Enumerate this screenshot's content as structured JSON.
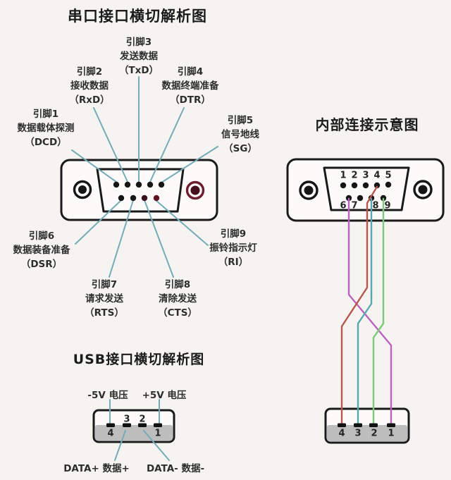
{
  "colors": {
    "background": "#f5f4f1",
    "ink": "#1a1a1a",
    "leader_line": "#74abb7",
    "wire_magenta": "#bb62c0",
    "wire_red": "#b8564d",
    "wire_teal": "#58a8b0",
    "wire_green": "#7fc87c",
    "screw_red_ring": "#6e1d2c",
    "screw_red_core": "#45101c",
    "pin_maroon": "#5f1320",
    "pin_dark_maroon": "#3a0f18",
    "usb_gray": "#bdbdbd"
  },
  "serial": {
    "title": "串口接口横切解析图",
    "pins": [
      {
        "l1": "引脚1",
        "l2": "数据载体探测",
        "l3": "（DCD）"
      },
      {
        "l1": "引脚2",
        "l2": "接收数据",
        "l3": "（RxD）"
      },
      {
        "l1": "引脚3",
        "l2": "发送数据",
        "l3": "（TxD）"
      },
      {
        "l1": "引脚4",
        "l2": "数据终端准备",
        "l3": "（DTR）"
      },
      {
        "l1": "引脚5",
        "l2": "信号地线",
        "l3": "（SG）"
      },
      {
        "l1": "引脚6",
        "l2": "数据装备准备",
        "l3": "（DSR）"
      },
      {
        "l1": "引脚7",
        "l2": "请求发送",
        "l3": "（RTS）"
      },
      {
        "l1": "引脚8",
        "l2": "清除发送",
        "l3": "（CTS）"
      },
      {
        "l1": "引脚9",
        "l2": "振铃指示灯",
        "l3": "（RI）"
      }
    ]
  },
  "internal": {
    "title": "内部连接示意图",
    "db9_top_numbers": [
      "1",
      "2",
      "3",
      "4",
      "5"
    ],
    "db9_bottom_numbers": [
      "6",
      "7",
      "8",
      "9"
    ],
    "usb_numbers": [
      "4",
      "3",
      "2",
      "1"
    ],
    "connections": [
      {
        "db9_pin": "6",
        "usb_pin": "1",
        "wire": "magenta"
      },
      {
        "db9_pin": "4",
        "usb_pin": "4",
        "wire": "red"
      },
      {
        "db9_pin": "8",
        "usb_pin": "3",
        "wire": "teal"
      },
      {
        "db9_pin": "9",
        "usb_pin": "2",
        "wire": "green"
      }
    ]
  },
  "usb": {
    "title": "USB接口横切解析图",
    "label_neg5v": "-5V 电压",
    "label_pos5v": "+5V 电压",
    "label_data_plus": "DATA+ 数据+",
    "label_data_minus": "DATA- 数据-",
    "top_numbers": [
      "3",
      "2"
    ],
    "bottom_numbers": [
      "4",
      "1"
    ]
  }
}
